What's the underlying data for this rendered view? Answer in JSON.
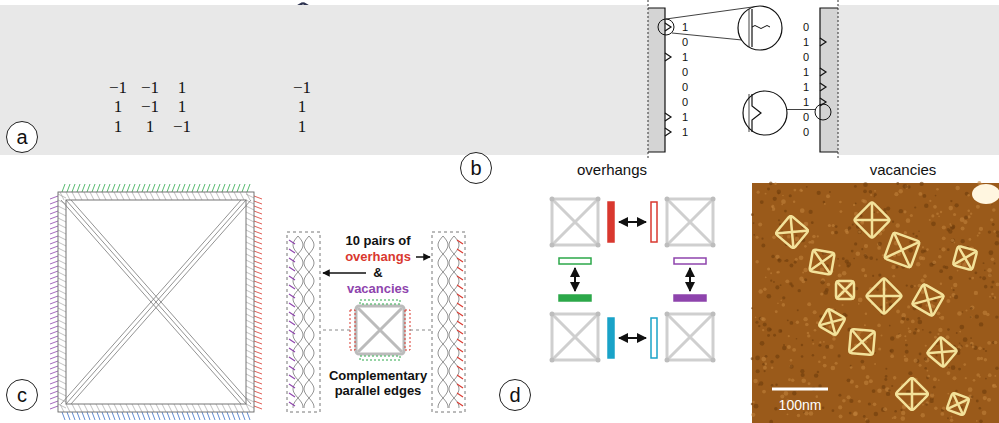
{
  "diagram": {
    "nodes": [
      {
        "text": [
          "a"
        ]
      },
      {
        "text": [
          "b"
        ]
      },
      {
        "text": [
          "c"
        ]
      },
      {
        "text": [
          "d"
        ]
      }
    ],
    "labels": [
      "−1",
      "−1",
      "1",
      "1",
      "−1",
      "1",
      "1",
      "1",
      "−1",
      "−1",
      "1",
      "1",
      "1",
      "0",
      "1",
      "0",
      "0",
      "0",
      "1",
      "1",
      "0",
      "1",
      "0",
      "1",
      "1",
      "1",
      "0",
      "0",
      "overhangs",
      "vacancies",
      "10 pairs of",
      "overhangs",
      "&",
      "vacancies",
      "Complementary parallel edges",
      "100nm"
    ]
  }
}
